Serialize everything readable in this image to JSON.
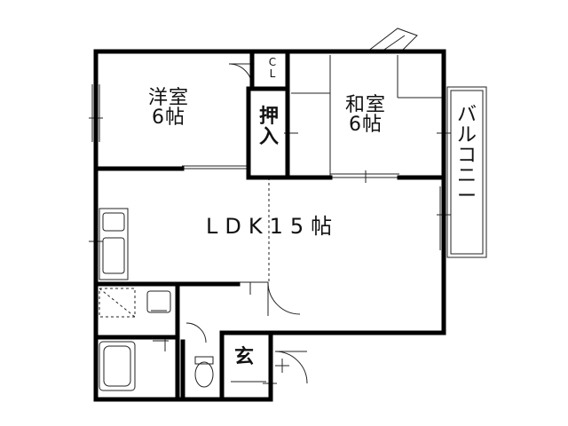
{
  "rooms": {
    "western": {
      "name": "洋室",
      "size": "6帖"
    },
    "japanese": {
      "name": "和室",
      "size": "6帖"
    },
    "ldk": {
      "label": "LDK15帖"
    },
    "closet": {
      "line1": "C",
      "line2": "L"
    },
    "oshiire": {
      "line1": "押",
      "line2": "入"
    },
    "balcony": {
      "chars": [
        "バ",
        "ル",
        "コ",
        "ニ",
        "ー"
      ]
    },
    "entrance": {
      "label": "玄"
    }
  },
  "colors": {
    "wall": "#000000",
    "line": "#222222",
    "background": "#ffffff"
  }
}
